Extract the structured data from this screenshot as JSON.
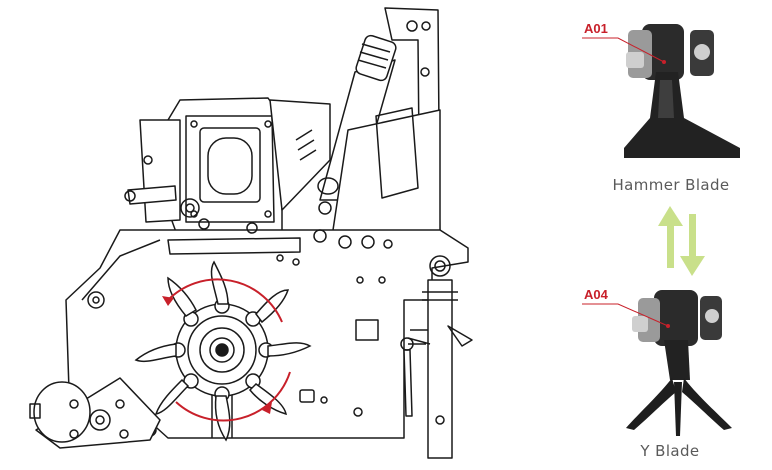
{
  "figure": {
    "parts": [
      {
        "code": "A01",
        "name": "Hammer Blade"
      },
      {
        "code": "A04",
        "name": "Y Blade"
      }
    ],
    "colors": {
      "callout": "#c8202a",
      "arrow": "#c9e08a",
      "line": "#1a1a1a",
      "rotation": "#c8202a"
    },
    "icons": [
      "rotation-arrow-icon",
      "swap-arrows-icon"
    ]
  }
}
